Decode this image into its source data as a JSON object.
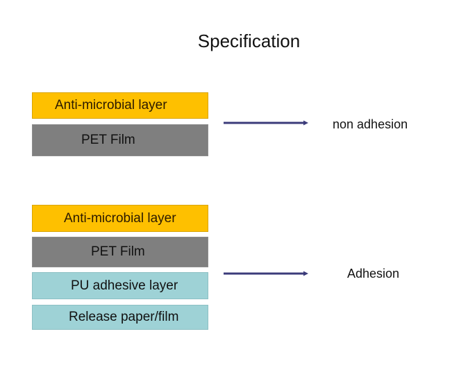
{
  "title": "Specification",
  "stacks": [
    {
      "layers": [
        {
          "label": "Anti-microbial layer",
          "type": "anti-microbial"
        },
        {
          "label": "PET Film",
          "type": "pet-film"
        }
      ],
      "result": "non adhesion"
    },
    {
      "layers": [
        {
          "label": "Anti-microbial layer",
          "type": "anti-microbial"
        },
        {
          "label": "PET Film",
          "type": "pet-film"
        },
        {
          "label": "PU adhesive layer",
          "type": "pu-adhesive"
        },
        {
          "label": "Release paper/film",
          "type": "release-paper"
        }
      ],
      "result": "Adhesion"
    }
  ],
  "colors": {
    "anti_microbial": "#fec000",
    "pet_film": "#7f7f7f",
    "adhesive": "#9ed2d6",
    "arrow": "#3b3b7a"
  }
}
